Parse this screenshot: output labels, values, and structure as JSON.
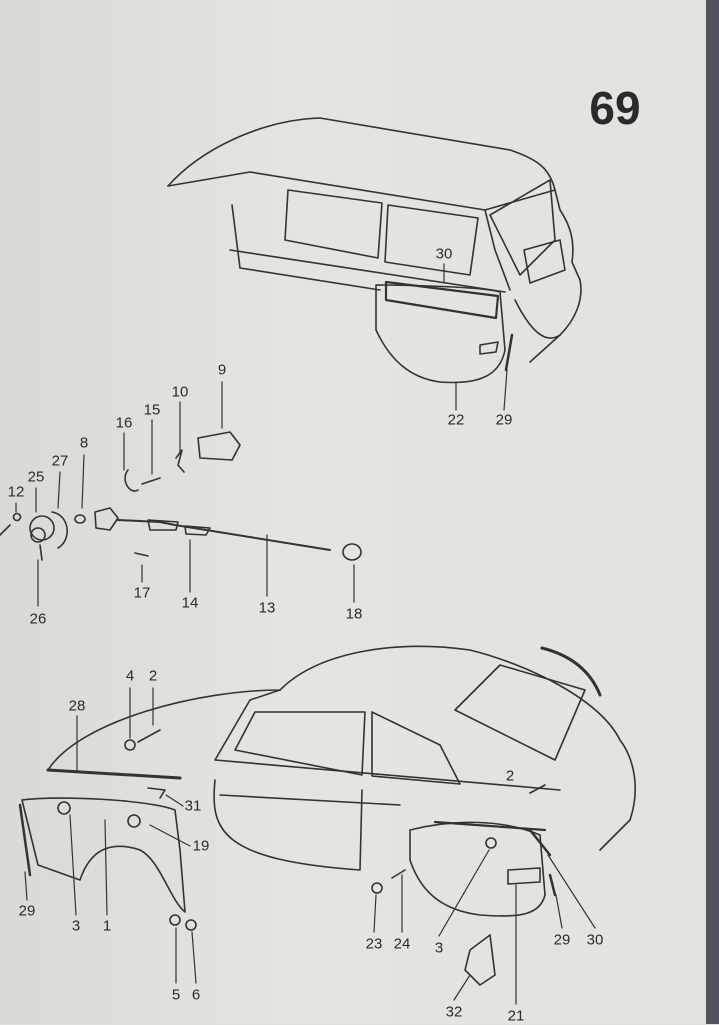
{
  "page_number": "69",
  "labels": [
    "30",
    "22",
    "29",
    "9",
    "10",
    "15",
    "16",
    "8",
    "27",
    "25",
    "12",
    "17",
    "14",
    "13",
    "18",
    "26",
    "4",
    "2",
    "28",
    "31",
    "19",
    "29",
    "3",
    "1",
    "5",
    "6",
    "2",
    "23",
    "24",
    "3",
    "29",
    "30",
    "32",
    "21"
  ]
}
